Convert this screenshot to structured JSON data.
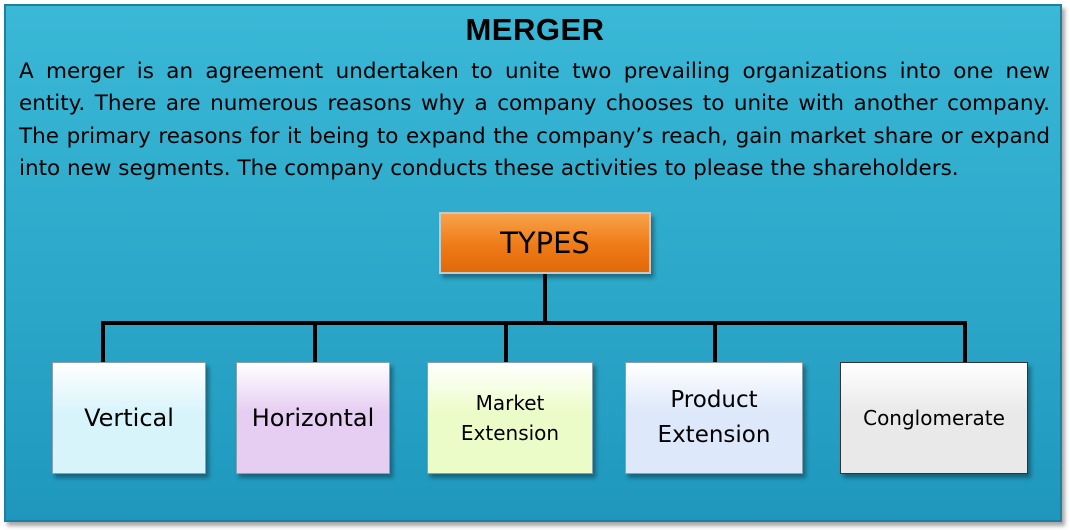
{
  "title": "MERGER",
  "description": "A merger is an agreement undertaken to unite two prevailing organizations into one new entity. There are numerous reasons why a company chooses to unite with another company. The primary reasons for it being to expand the company’s reach, gain market share or expand into new segments. The company conducts these activities to please the shareholders.",
  "root": {
    "label": "TYPES",
    "color": "#ef7a16"
  },
  "types": [
    {
      "label": "Vertical",
      "color": "#d8f4fb"
    },
    {
      "label": "Horizontal",
      "color": "#e6cdf2"
    },
    {
      "label": "Market Extension",
      "color": "#ecfcc8"
    },
    {
      "label": "Product Extension",
      "color": "#dde8fa"
    },
    {
      "label": "Conglomerate",
      "color": "#e9e9e9"
    }
  ],
  "colors": {
    "background": "#2aa6c8",
    "connector": "#000000"
  }
}
